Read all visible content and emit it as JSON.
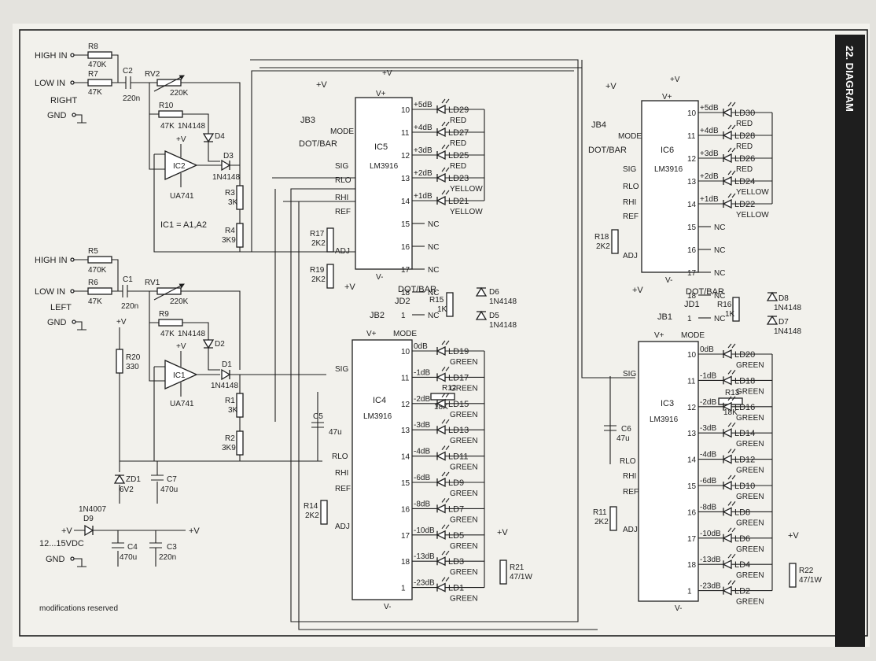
{
  "banner": "22. DIAGRAM",
  "footer": "modifications reserved",
  "note_ic1": "IC1 = A1,A2",
  "right_channel": {
    "label": "RIGHT",
    "inputs": [
      "HIGH IN",
      "LOW IN",
      "GND"
    ],
    "parts": [
      {
        "ref": "R8",
        "val": "470K"
      },
      {
        "ref": "R7",
        "val": "47K"
      },
      {
        "ref": "C2",
        "val": "220n"
      },
      {
        "ref": "RV2",
        "val": "220K"
      },
      {
        "ref": "R10",
        "val": "47K"
      },
      {
        "ref": "D4",
        "val": "1N4148"
      },
      {
        "ref": "IC2",
        "val": "UA741"
      },
      {
        "ref": "D3",
        "val": "1N4148"
      },
      {
        "ref": "R3",
        "val": "3K"
      },
      {
        "ref": "R4",
        "val": "3K9"
      }
    ]
  },
  "left_channel": {
    "label": "LEFT",
    "inputs": [
      "HIGH IN",
      "LOW IN",
      "GND"
    ],
    "parts": [
      {
        "ref": "R5",
        "val": "470K"
      },
      {
        "ref": "R6",
        "val": "47K"
      },
      {
        "ref": "C1",
        "val": "220n"
      },
      {
        "ref": "RV1",
        "val": "220K"
      },
      {
        "ref": "R9",
        "val": "47K"
      },
      {
        "ref": "D2",
        "val": "1N4148"
      },
      {
        "ref": "IC1",
        "val": "UA741"
      },
      {
        "ref": "D1",
        "val": "1N4148"
      },
      {
        "ref": "R1",
        "val": "3K"
      },
      {
        "ref": "R2",
        "val": "3K9"
      }
    ]
  },
  "supply": {
    "input": "12...15VDC",
    "parts": [
      {
        "ref": "D9",
        "val": "1N4007"
      },
      {
        "ref": "C4",
        "val": "470u"
      },
      {
        "ref": "C3",
        "val": "220n"
      },
      {
        "ref": "R20",
        "val": "330"
      },
      {
        "ref": "ZD1",
        "val": "6V2"
      },
      {
        "ref": "C7",
        "val": "470u"
      }
    ]
  },
  "labels": {
    "vplus": "+V",
    "vminus": "V-",
    "vplus_pin": "V+",
    "gnd": "GND",
    "dot_bar": "DOT/BAR",
    "mode": "MODE",
    "chip": "LM3916"
  },
  "pins_top": [
    "SIG",
    "RLO",
    "RHI",
    "REF",
    "ADJ"
  ],
  "ic5": {
    "ref": "IC5",
    "leds": [
      {
        "lvl": "+5dB",
        "ld": "LD29",
        "color": "RED"
      },
      {
        "lvl": "+4dB",
        "ld": "LD27",
        "color": "RED"
      },
      {
        "lvl": "+3dB",
        "ld": "LD25",
        "color": "RED"
      },
      {
        "lvl": "+2dB",
        "ld": "LD23",
        "color": "YELLOW"
      },
      {
        "lvl": "+1dB",
        "ld": "LD21",
        "color": "YELLOW"
      }
    ],
    "nc": [
      "NC",
      "NC",
      "NC",
      "NC",
      "NC"
    ],
    "parts": [
      {
        "ref": "JB3"
      },
      {
        "ref": "R17",
        "val": "2K2"
      },
      {
        "ref": "R19",
        "val": "2K2"
      }
    ]
  },
  "ic6": {
    "ref": "IC6",
    "leds": [
      {
        "lvl": "+5dB",
        "ld": "LD30",
        "color": "RED"
      },
      {
        "lvl": "+4dB",
        "ld": "LD28",
        "color": "RED"
      },
      {
        "lvl": "+3dB",
        "ld": "LD26",
        "color": "RED"
      },
      {
        "lvl": "+2dB",
        "ld": "LD24",
        "color": "YELLOW"
      },
      {
        "lvl": "+1dB",
        "ld": "LD22",
        "color": "YELLOW"
      }
    ],
    "nc": [
      "NC",
      "NC",
      "NC",
      "NC",
      "NC"
    ],
    "parts": [
      {
        "ref": "JB4"
      },
      {
        "ref": "R18",
        "val": "2K2"
      }
    ]
  },
  "ic4": {
    "ref": "IC4",
    "leds": [
      {
        "lvl": "0dB",
        "ld": "LD19",
        "color": "GREEN"
      },
      {
        "lvl": "-1dB",
        "ld": "LD17",
        "color": "GREEN"
      },
      {
        "lvl": "-2dB",
        "ld": "LD15",
        "color": "GREEN"
      },
      {
        "lvl": "-3dB",
        "ld": "LD13",
        "color": "GREEN"
      },
      {
        "lvl": "-4dB",
        "ld": "LD11",
        "color": "GREEN"
      },
      {
        "lvl": "-6dB",
        "ld": "LD9",
        "color": "GREEN"
      },
      {
        "lvl": "-8dB",
        "ld": "LD7",
        "color": "GREEN"
      },
      {
        "lvl": "-10dB",
        "ld": "LD5",
        "color": "GREEN"
      },
      {
        "lvl": "-13dB",
        "ld": "LD3",
        "color": "GREEN"
      },
      {
        "lvl": "-23dB",
        "ld": "LD1",
        "color": "GREEN"
      }
    ],
    "parts": [
      {
        "ref": "JB2"
      },
      {
        "ref": "JD2"
      },
      {
        "ref": "R15",
        "val": "1K"
      },
      {
        "ref": "D6",
        "val": "1N4148"
      },
      {
        "ref": "D5",
        "val": "1N4148"
      },
      {
        "ref": "R12",
        "val": "18K"
      },
      {
        "ref": "C5",
        "val": "47u"
      },
      {
        "ref": "R14",
        "val": "2K2"
      },
      {
        "ref": "R21",
        "val": "47/1W"
      }
    ]
  },
  "ic3": {
    "ref": "IC3",
    "leds": [
      {
        "lvl": "0dB",
        "ld": "LD20",
        "color": "GREEN"
      },
      {
        "lvl": "-1dB",
        "ld": "LD18",
        "color": "GREEN"
      },
      {
        "lvl": "-2dB",
        "ld": "LD16",
        "color": "GREEN"
      },
      {
        "lvl": "-3dB",
        "ld": "LD14",
        "color": "GREEN"
      },
      {
        "lvl": "-4dB",
        "ld": "LD12",
        "color": "GREEN"
      },
      {
        "lvl": "-6dB",
        "ld": "LD10",
        "color": "GREEN"
      },
      {
        "lvl": "-8dB",
        "ld": "LD8",
        "color": "GREEN"
      },
      {
        "lvl": "-10dB",
        "ld": "LD6",
        "color": "GREEN"
      },
      {
        "lvl": "-13dB",
        "ld": "LD4",
        "color": "GREEN"
      },
      {
        "lvl": "-23dB",
        "ld": "LD2",
        "color": "GREEN"
      }
    ],
    "parts": [
      {
        "ref": "JB1"
      },
      {
        "ref": "JD1"
      },
      {
        "ref": "R16",
        "val": "1K"
      },
      {
        "ref": "D8",
        "val": "1N4148"
      },
      {
        "ref": "D7",
        "val": "1N4148"
      },
      {
        "ref": "R13",
        "val": "18K"
      },
      {
        "ref": "C6",
        "val": "47u"
      },
      {
        "ref": "R11",
        "val": "2K2"
      },
      {
        "ref": "R22",
        "val": "47/1W"
      }
    ]
  }
}
